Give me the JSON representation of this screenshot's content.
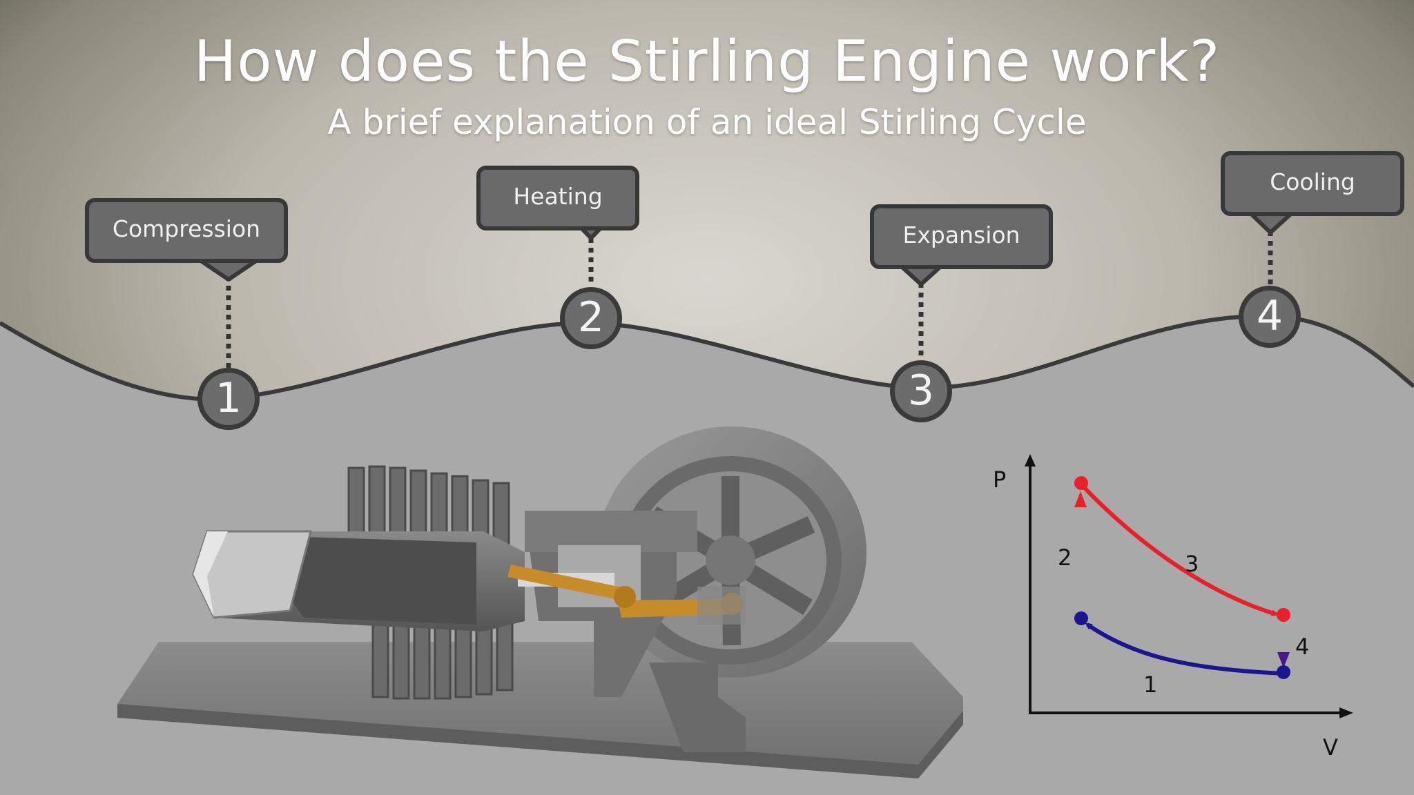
{
  "title": "How does the Stirling Engine work?",
  "subtitle": "A brief explanation of an ideal Stirling Cycle",
  "steps": [
    {
      "number": "1",
      "label": "Compression"
    },
    {
      "number": "2",
      "label": "Heating"
    },
    {
      "number": "3",
      "label": "Expansion"
    },
    {
      "number": "4",
      "label": "Cooling"
    }
  ],
  "pv_diagram": {
    "y_axis_label": "P",
    "x_axis_label": "V",
    "segment_labels": [
      "1",
      "2",
      "3",
      "4"
    ],
    "hot_color": "#e8202a",
    "cold_color": "#1a1690"
  },
  "colors": {
    "callout_fill": "#6a6a6a",
    "callout_border": "#383838",
    "wave_line": "#3a3a3a",
    "ground": "#a9a9a9"
  }
}
